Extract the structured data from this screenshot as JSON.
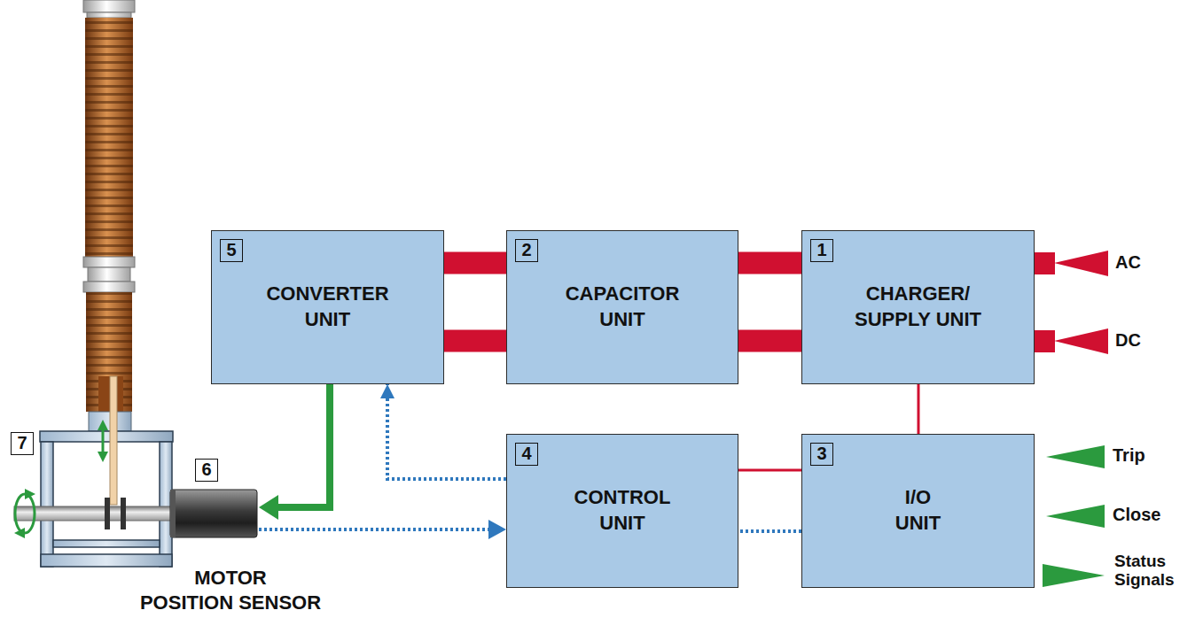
{
  "diagram": {
    "nodes": [
      {
        "text": [
          "5",
          "CONVERTER UNIT"
        ]
      },
      {
        "text": [
          "2",
          "CAPACITOR UNIT"
        ]
      },
      {
        "text": [
          "1",
          "CHARGER/ SUPPLY UNIT"
        ]
      },
      {
        "text": [
          "4",
          "CONTROL UNIT"
        ]
      },
      {
        "text": [
          "3",
          "I/O UNIT"
        ]
      }
    ],
    "edges": [
      {
        "from": 0,
        "to": 1,
        "arrow": "none"
      },
      {
        "from": 0,
        "to": 1,
        "arrow": "none"
      },
      {
        "from": 1,
        "to": 2,
        "arrow": "none"
      },
      {
        "from": 1,
        "to": 2,
        "arrow": "none"
      },
      {
        "from": 2,
        "to": 4,
        "arrow": "none"
      },
      {
        "from": 3,
        "to": 4,
        "arrow": "none"
      },
      {
        "from": 4,
        "to": 3,
        "arrow": "none"
      },
      {
        "from": 3,
        "to": 0,
        "arrow": "to"
      }
    ],
    "labels": [
      "7",
      "6",
      "MOTOR POSITION SENSOR",
      "AC",
      "DC",
      "Trip",
      "Close",
      "Status Signals"
    ]
  }
}
